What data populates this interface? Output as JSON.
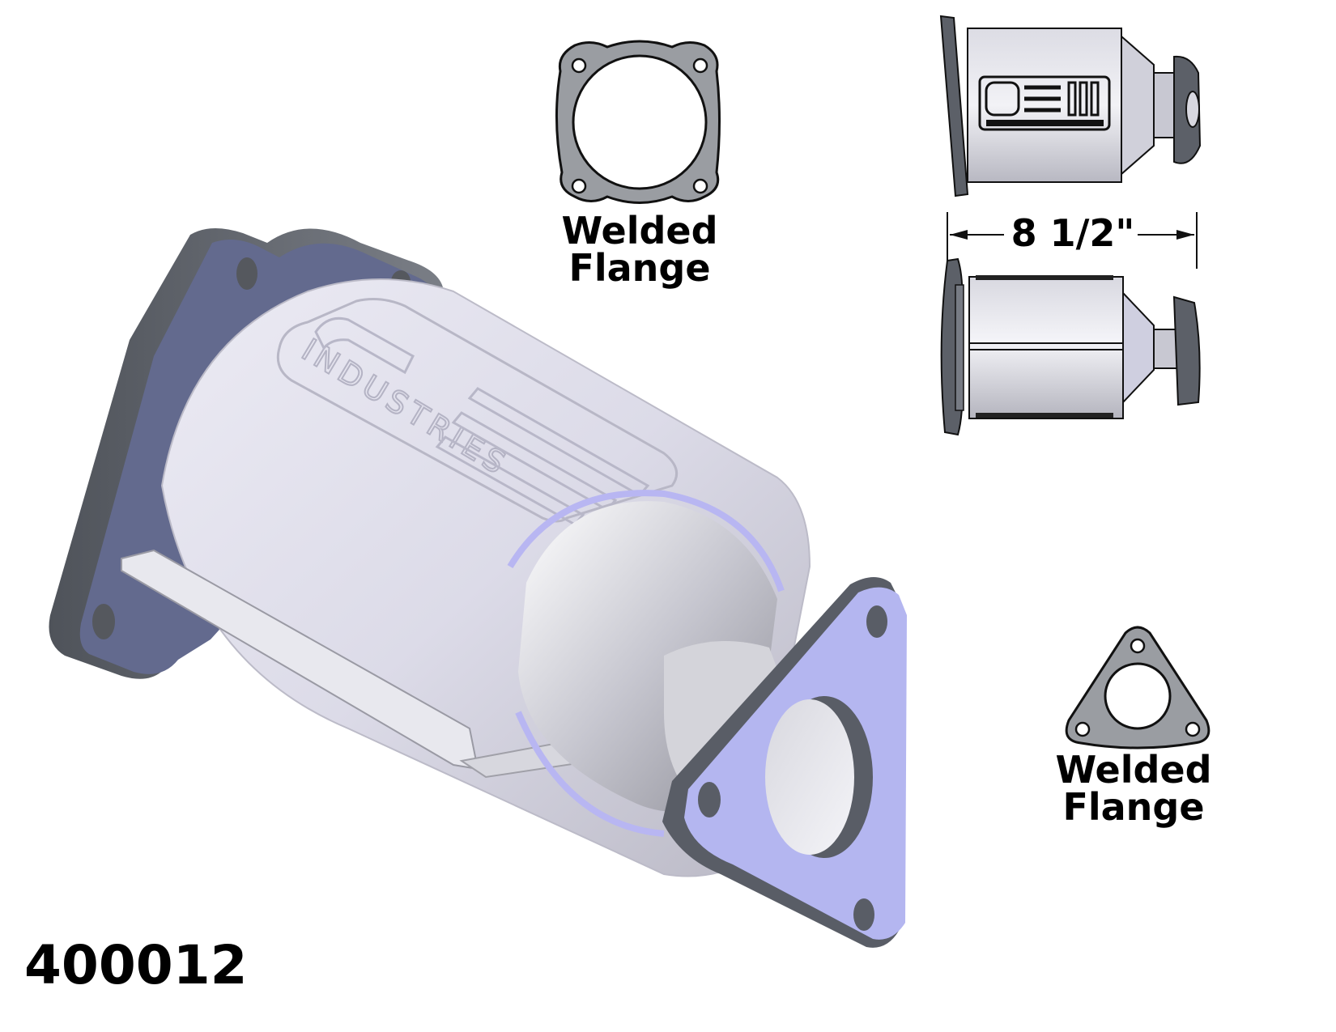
{
  "product": {
    "part_number": "400012",
    "type": "catalytic converter",
    "logo_text": "INDUSTRIES"
  },
  "flanges": {
    "inlet": {
      "label_line1": "Welded",
      "label_line2": "Flange",
      "shape": "four-bolt rounded square gasket"
    },
    "outlet": {
      "label_line1": "Welded",
      "label_line2": "Flange",
      "shape": "three-bolt triangular gasket"
    }
  },
  "dimension": {
    "length_label": "8 1/2\""
  },
  "colors": {
    "background": "#ffffff",
    "body_silver": "#d8d8e2",
    "flange_face": "#b4b6f0",
    "flange_face_dark": "#616890",
    "flange_edge": "#5a5e66",
    "gasket_gray": "#9a9da2",
    "text": "#000000"
  }
}
